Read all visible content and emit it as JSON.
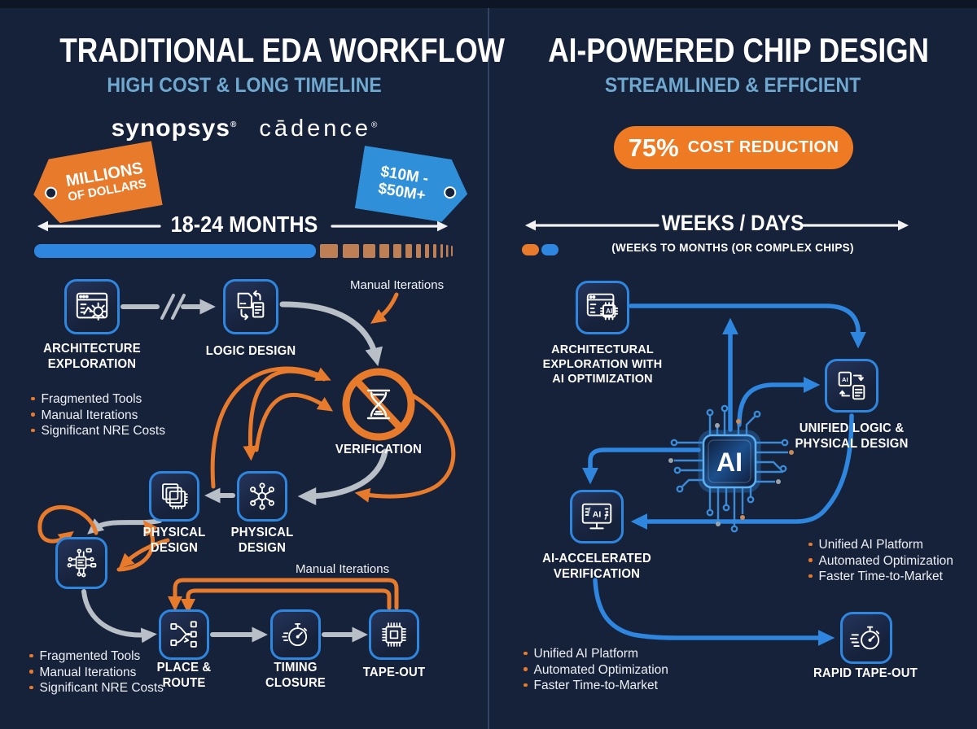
{
  "colors": {
    "background": "#16213a",
    "accent_blue": "#2e86de",
    "accent_orange": "#e87a2c",
    "subtitle_blue": "#6fa9cf",
    "gray_arrow": "#b9bfc7",
    "progress_tan": "#bf7f54",
    "badge_orange": "#ee7b23"
  },
  "icons": {
    "ai_label": "AI"
  },
  "left": {
    "title": "TRADITIONAL EDA WORKFLOW",
    "subtitle": "HIGH COST & LONG TIMELINE",
    "logo_synopsys": "synopsys",
    "logo_synopsys_r": "®",
    "logo_cadence": "cādence",
    "logo_cadence_r": "®",
    "tag_millions_line1": "MILLIONS",
    "tag_millions_line2": "OF DOLLARS",
    "tag_cost_line1": "$10M -",
    "tag_cost_line2": "$50M+",
    "timeline": "18-24 MONTHS",
    "annotation_top": "Manual Iterations",
    "annotation_bottom": "Manual Iterations",
    "nodes": {
      "architecture": "ARCHITECTURE\nEXPLORATION",
      "logic": "LOGIC DESIGN",
      "verification": "VERIFICATION",
      "physical1": "PHYSICAL\nDESIGN",
      "physical2": "PHYSICAL\nDESIGN",
      "place_route": "PLACE &\nROUTE",
      "timing": "TIMING\nCLOSURE",
      "tapeout": "TAPE-OUT"
    },
    "bullets_top": [
      "Fragmented Tools",
      "Manual Iterations",
      "Significant NRE Costs"
    ],
    "bullets_bottom": [
      "Fragmented Tools",
      "Manual Iterations",
      "Significant NRE Costs"
    ]
  },
  "right": {
    "title": "AI-POWERED CHIP DESIGN",
    "subtitle": "STREAMLINED & EFFICIENT",
    "badge_percent": "75%",
    "badge_label": "COST REDUCTION",
    "timeline": "WEEKS / DAYS",
    "timeline_note": "(WEEKS TO MONTHS (OR COMPLEX CHIPS)",
    "nodes": {
      "architecture": "ARCHITECTURAL\nEXPLORATION WITH\nAI OPTIMIZATION",
      "unified": "UNIFIED LOGIC &\nPHYSICAL DESIGN",
      "verification": "AI-ACCELERATED\nVERIFICATION",
      "rapid_tapeout": "RAPID TAPE-OUT",
      "ai_chip": "AI"
    },
    "bullets_mid": [
      "Unified AI Platform",
      "Automated Optimization",
      "Faster Time-to-Market"
    ],
    "bullets_bottom": [
      "Unified AI Platform",
      "Automated Optimization",
      "Faster Time-to-Market"
    ]
  }
}
